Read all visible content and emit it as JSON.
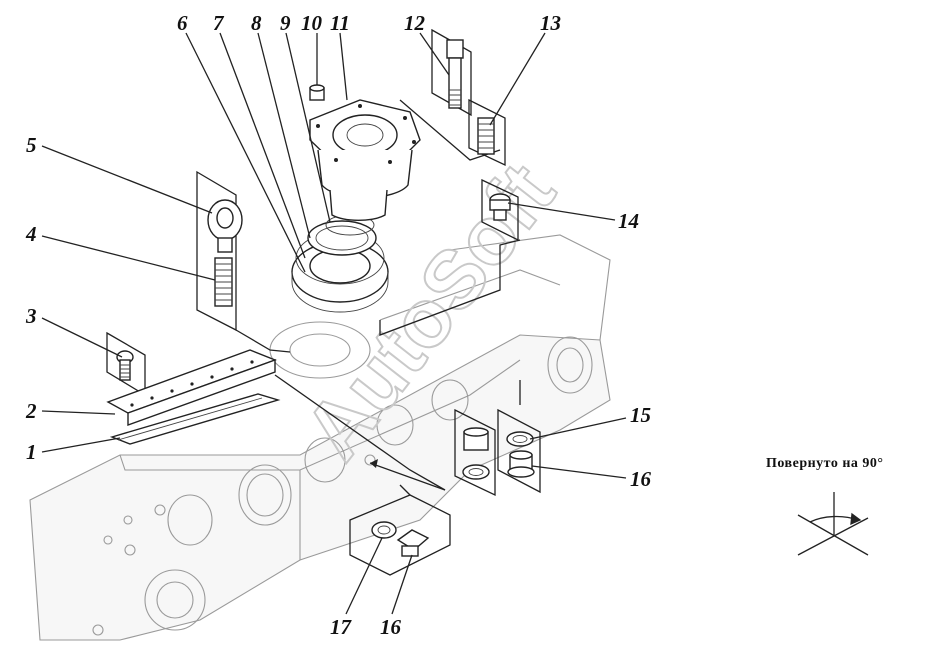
{
  "watermark": "AutoSoft",
  "rotation_note": "Повернуто на 90°",
  "callouts": {
    "c1": "1",
    "c2": "2",
    "c3": "3",
    "c4": "4",
    "c5": "5",
    "c6": "6",
    "c7": "7",
    "c8": "8",
    "c9": "9",
    "c10": "10",
    "c11": "11",
    "c12": "12",
    "c13": "13",
    "c14": "14",
    "c15": "15",
    "c16a": "16",
    "c16b": "16",
    "c17": "17"
  }
}
